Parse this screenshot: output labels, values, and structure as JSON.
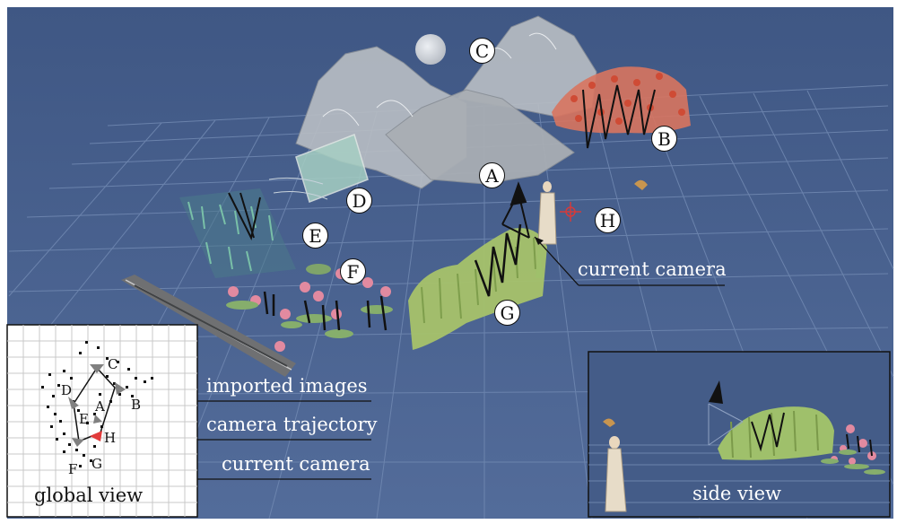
{
  "scene": {
    "callouts": {
      "A": "A",
      "B": "B",
      "C": "C",
      "D": "D",
      "E": "E",
      "F": "F",
      "G": "G",
      "H": "H"
    },
    "annotation_current_camera": "current camera"
  },
  "global_view": {
    "title": "global view",
    "letters": [
      "C",
      "D",
      "A",
      "B",
      "E",
      "H",
      "F",
      "G"
    ],
    "annotations": {
      "imported_images": "imported images",
      "camera_trajectory": "camera trajectory",
      "current_camera": "current camera"
    }
  },
  "side_view": {
    "title": "side view"
  },
  "colors": {
    "background_blue": "#4b6290",
    "grid_line": "#6d84ad",
    "mountain_gray": "#b4b9be",
    "blossom_red": "#cf4b35",
    "willow_green": "#9cba62",
    "current_camera_marker": "#e23b3b"
  }
}
